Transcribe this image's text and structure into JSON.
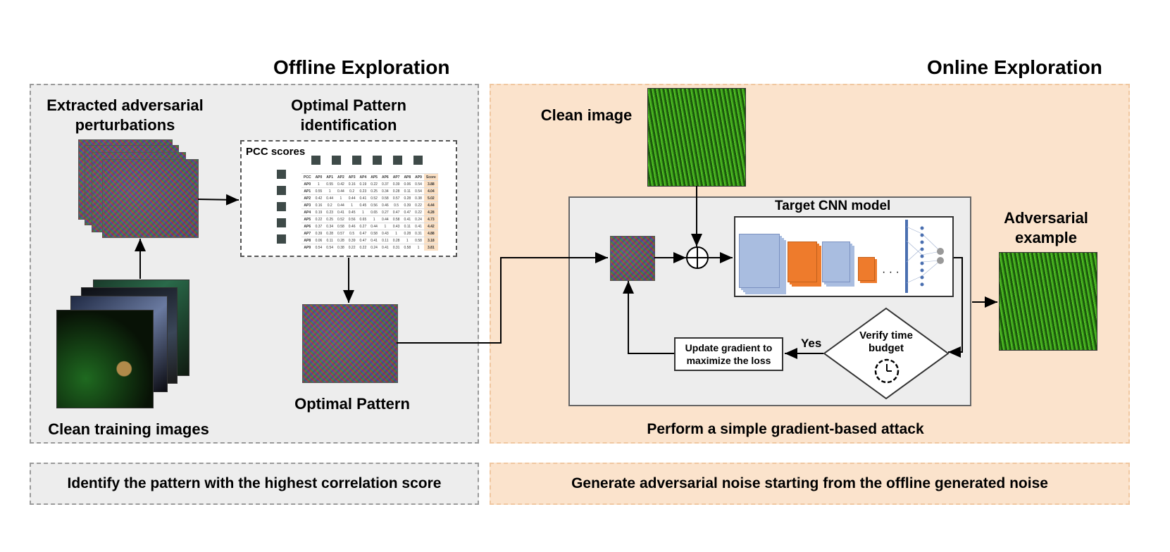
{
  "offline": {
    "title": "Offline Exploration",
    "extracted_label": "Extracted adversarial perturbations",
    "optimal_identification_label": "Optimal Pattern identification",
    "pcc_label": "PCC scores",
    "optimal_pattern_label": "Optimal Pattern",
    "clean_training_label": "Clean training images",
    "summary": "Identify the pattern with the highest correlation score"
  },
  "online": {
    "title": "Online Exploration",
    "clean_image_label": "Clean image",
    "target_model_label": "Target CNN model",
    "adversarial_label": "Adversarial example",
    "verify_label": "Verify time budget",
    "yes_label": "Yes",
    "update_label": "Update gradient to maximize the loss",
    "attack_label": "Perform a simple gradient-based attack",
    "summary": "Generate adversarial noise starting from the offline generated noise",
    "ellipsis": "· · ·"
  },
  "colors": {
    "offline_bg": "#ededed",
    "online_bg": "#fbe3cc",
    "conv_blue": "#a9bde0",
    "conv_orange": "#ee7b2c",
    "fc_blue": "#4a6fb0"
  },
  "pcc_table": {
    "headers": [
      "PCC",
      "AP0",
      "AP1",
      "AP2",
      "AP3",
      "AP4",
      "AP5",
      "AP6",
      "AP7",
      "AP8",
      "AP9",
      "Score"
    ],
    "rows": [
      [
        "AP0",
        "1",
        "0.55",
        "0.42",
        "0.16",
        "0.19",
        "0.22",
        "0.37",
        "0.39",
        "0.06",
        "0.54",
        "3.88"
      ],
      [
        "AP1",
        "0.55",
        "1",
        "0.44",
        "0.2",
        "0.23",
        "0.25",
        "0.34",
        "0.28",
        "0.11",
        "0.54",
        "4.04"
      ],
      [
        "AP2",
        "0.42",
        "0.44",
        "1",
        "0.44",
        "0.41",
        "0.52",
        "0.58",
        "0.57",
        "0.28",
        "0.38",
        "5.02"
      ],
      [
        "AP3",
        "0.16",
        "0.2",
        "0.44",
        "1",
        "0.45",
        "0.56",
        "0.46",
        "0.5",
        "0.39",
        "0.22",
        "4.44"
      ],
      [
        "AP4",
        "0.19",
        "0.23",
        "0.41",
        "0.45",
        "1",
        "0.65",
        "0.27",
        "0.47",
        "0.47",
        "0.22",
        "4.28"
      ],
      [
        "AP5",
        "0.22",
        "0.25",
        "0.52",
        "0.56",
        "0.65",
        "1",
        "0.44",
        "0.58",
        "0.41",
        "0.24",
        "4.73"
      ],
      [
        "AP6",
        "0.37",
        "0.34",
        "0.58",
        "0.46",
        "0.27",
        "0.44",
        "1",
        "0.43",
        "0.11",
        "0.41",
        "4.42"
      ],
      [
        "AP7",
        "0.39",
        "0.28",
        "0.57",
        "0.5",
        "0.47",
        "0.58",
        "0.43",
        "1",
        "0.28",
        "0.31",
        "4.88"
      ],
      [
        "AP8",
        "0.06",
        "0.11",
        "0.28",
        "0.39",
        "0.47",
        "0.41",
        "0.11",
        "0.28",
        "1",
        "0.58",
        "3.18"
      ],
      [
        "AP9",
        "0.54",
        "0.54",
        "0.38",
        "0.22",
        "0.22",
        "0.24",
        "0.41",
        "0.31",
        "0.58",
        "1",
        "3.81"
      ]
    ]
  }
}
